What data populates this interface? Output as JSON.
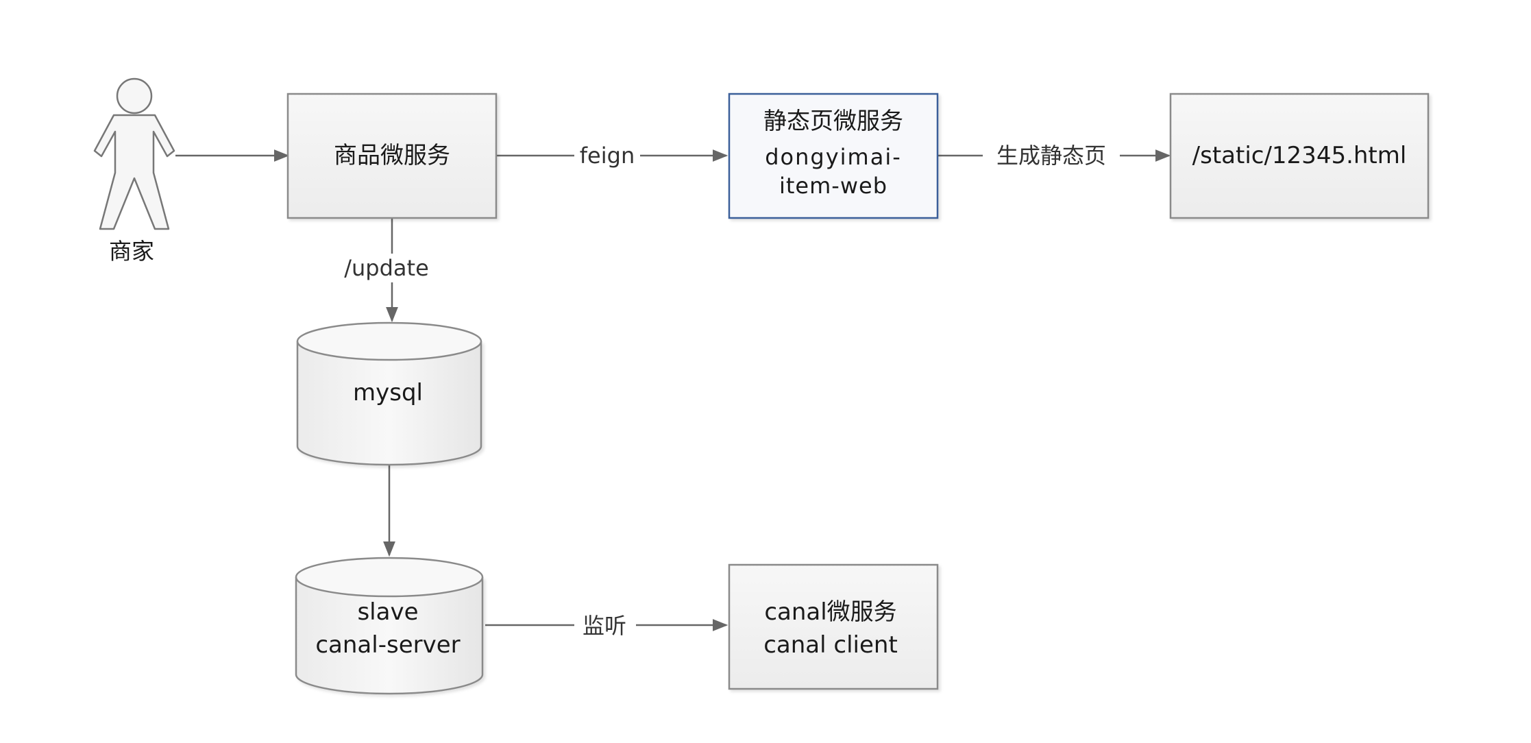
{
  "actor": {
    "label": "商家"
  },
  "nodes": {
    "product_service": {
      "label": "商品微服务"
    },
    "static_service": {
      "line1": "静态页微服务",
      "line2": "dongyimai-",
      "line3": "item-web"
    },
    "static_file": {
      "label": "/static/12345.html"
    },
    "mysql": {
      "label": "mysql"
    },
    "canal_server": {
      "line1": "slave",
      "line2": "canal-server"
    },
    "canal_client": {
      "line1": "canal微服务",
      "line2": "canal client"
    }
  },
  "edges": {
    "feign": "feign",
    "generate": "生成静态页",
    "update": "/update",
    "listen": "监听"
  },
  "colors": {
    "box_fill": "#f4f4f4",
    "box_stroke": "#8a8a8a",
    "highlight_stroke": "#3a5f9a",
    "highlight_fill": "#f7f8fb",
    "arrow": "#666666"
  }
}
